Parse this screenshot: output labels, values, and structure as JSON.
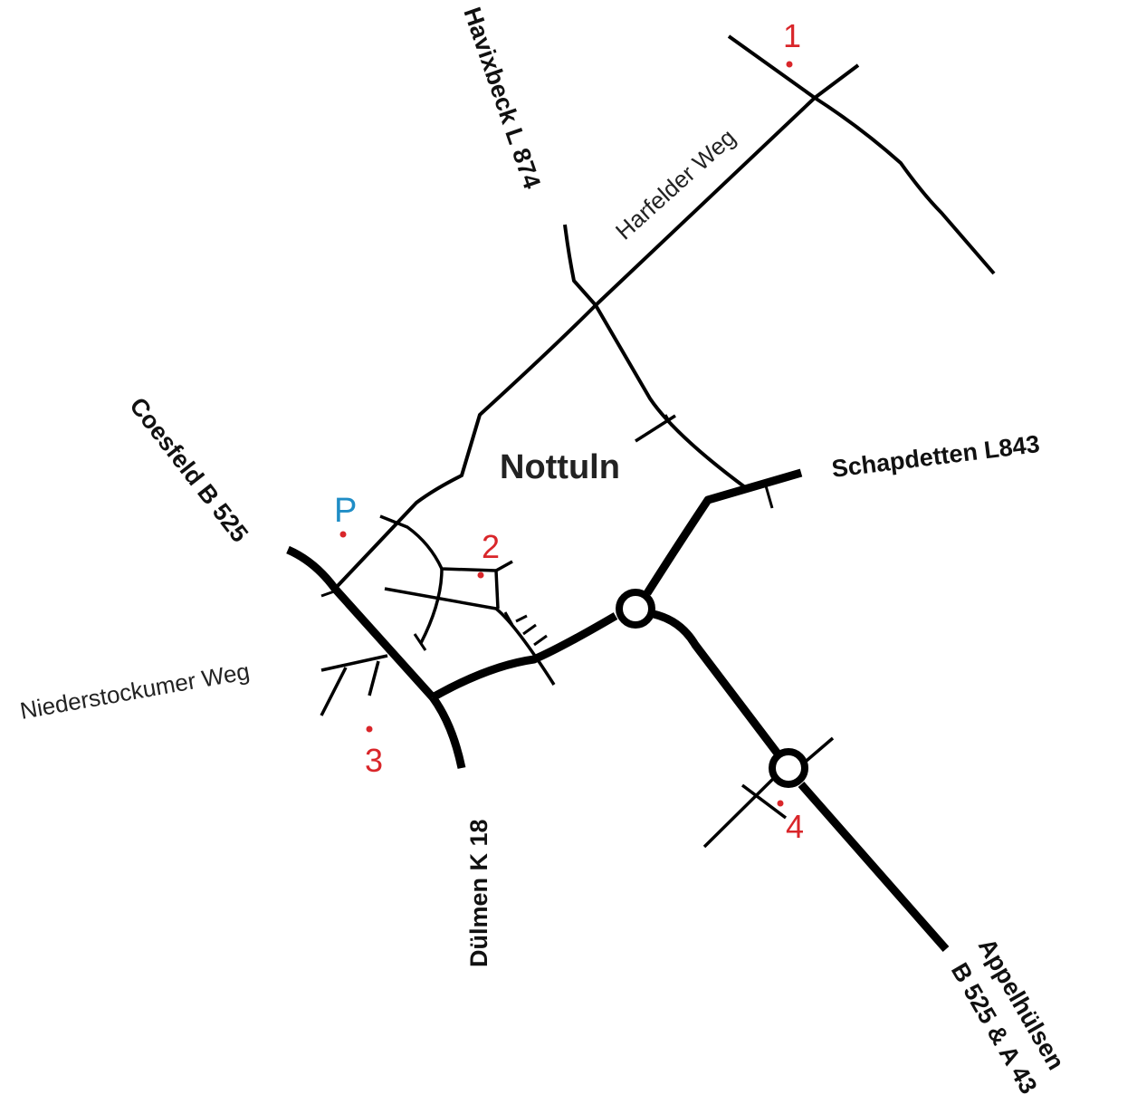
{
  "map": {
    "town": "Nottuln",
    "destinations": {
      "havixbeck": "Havixbeck L 874",
      "coesfeld": "Coesfeld B 525",
      "schapdetten": "Schapdetten L843",
      "duelmen": "Dülmen K 18",
      "appelhuelsen_line1": "Appelhülsen",
      "appelhuelsen_line2": "B 525 & A 43"
    },
    "streets": {
      "harfelder": "Harfelder Weg",
      "niederstockumer": "Niederstockumer Weg"
    },
    "points": [
      {
        "label": "1",
        "color": "#d9262a"
      },
      {
        "label": "2",
        "color": "#d9262a"
      },
      {
        "label": "3",
        "color": "#d9262a"
      },
      {
        "label": "4",
        "color": "#d9262a"
      }
    ],
    "parking": {
      "label": "P",
      "color": "#1f8dc6"
    }
  }
}
